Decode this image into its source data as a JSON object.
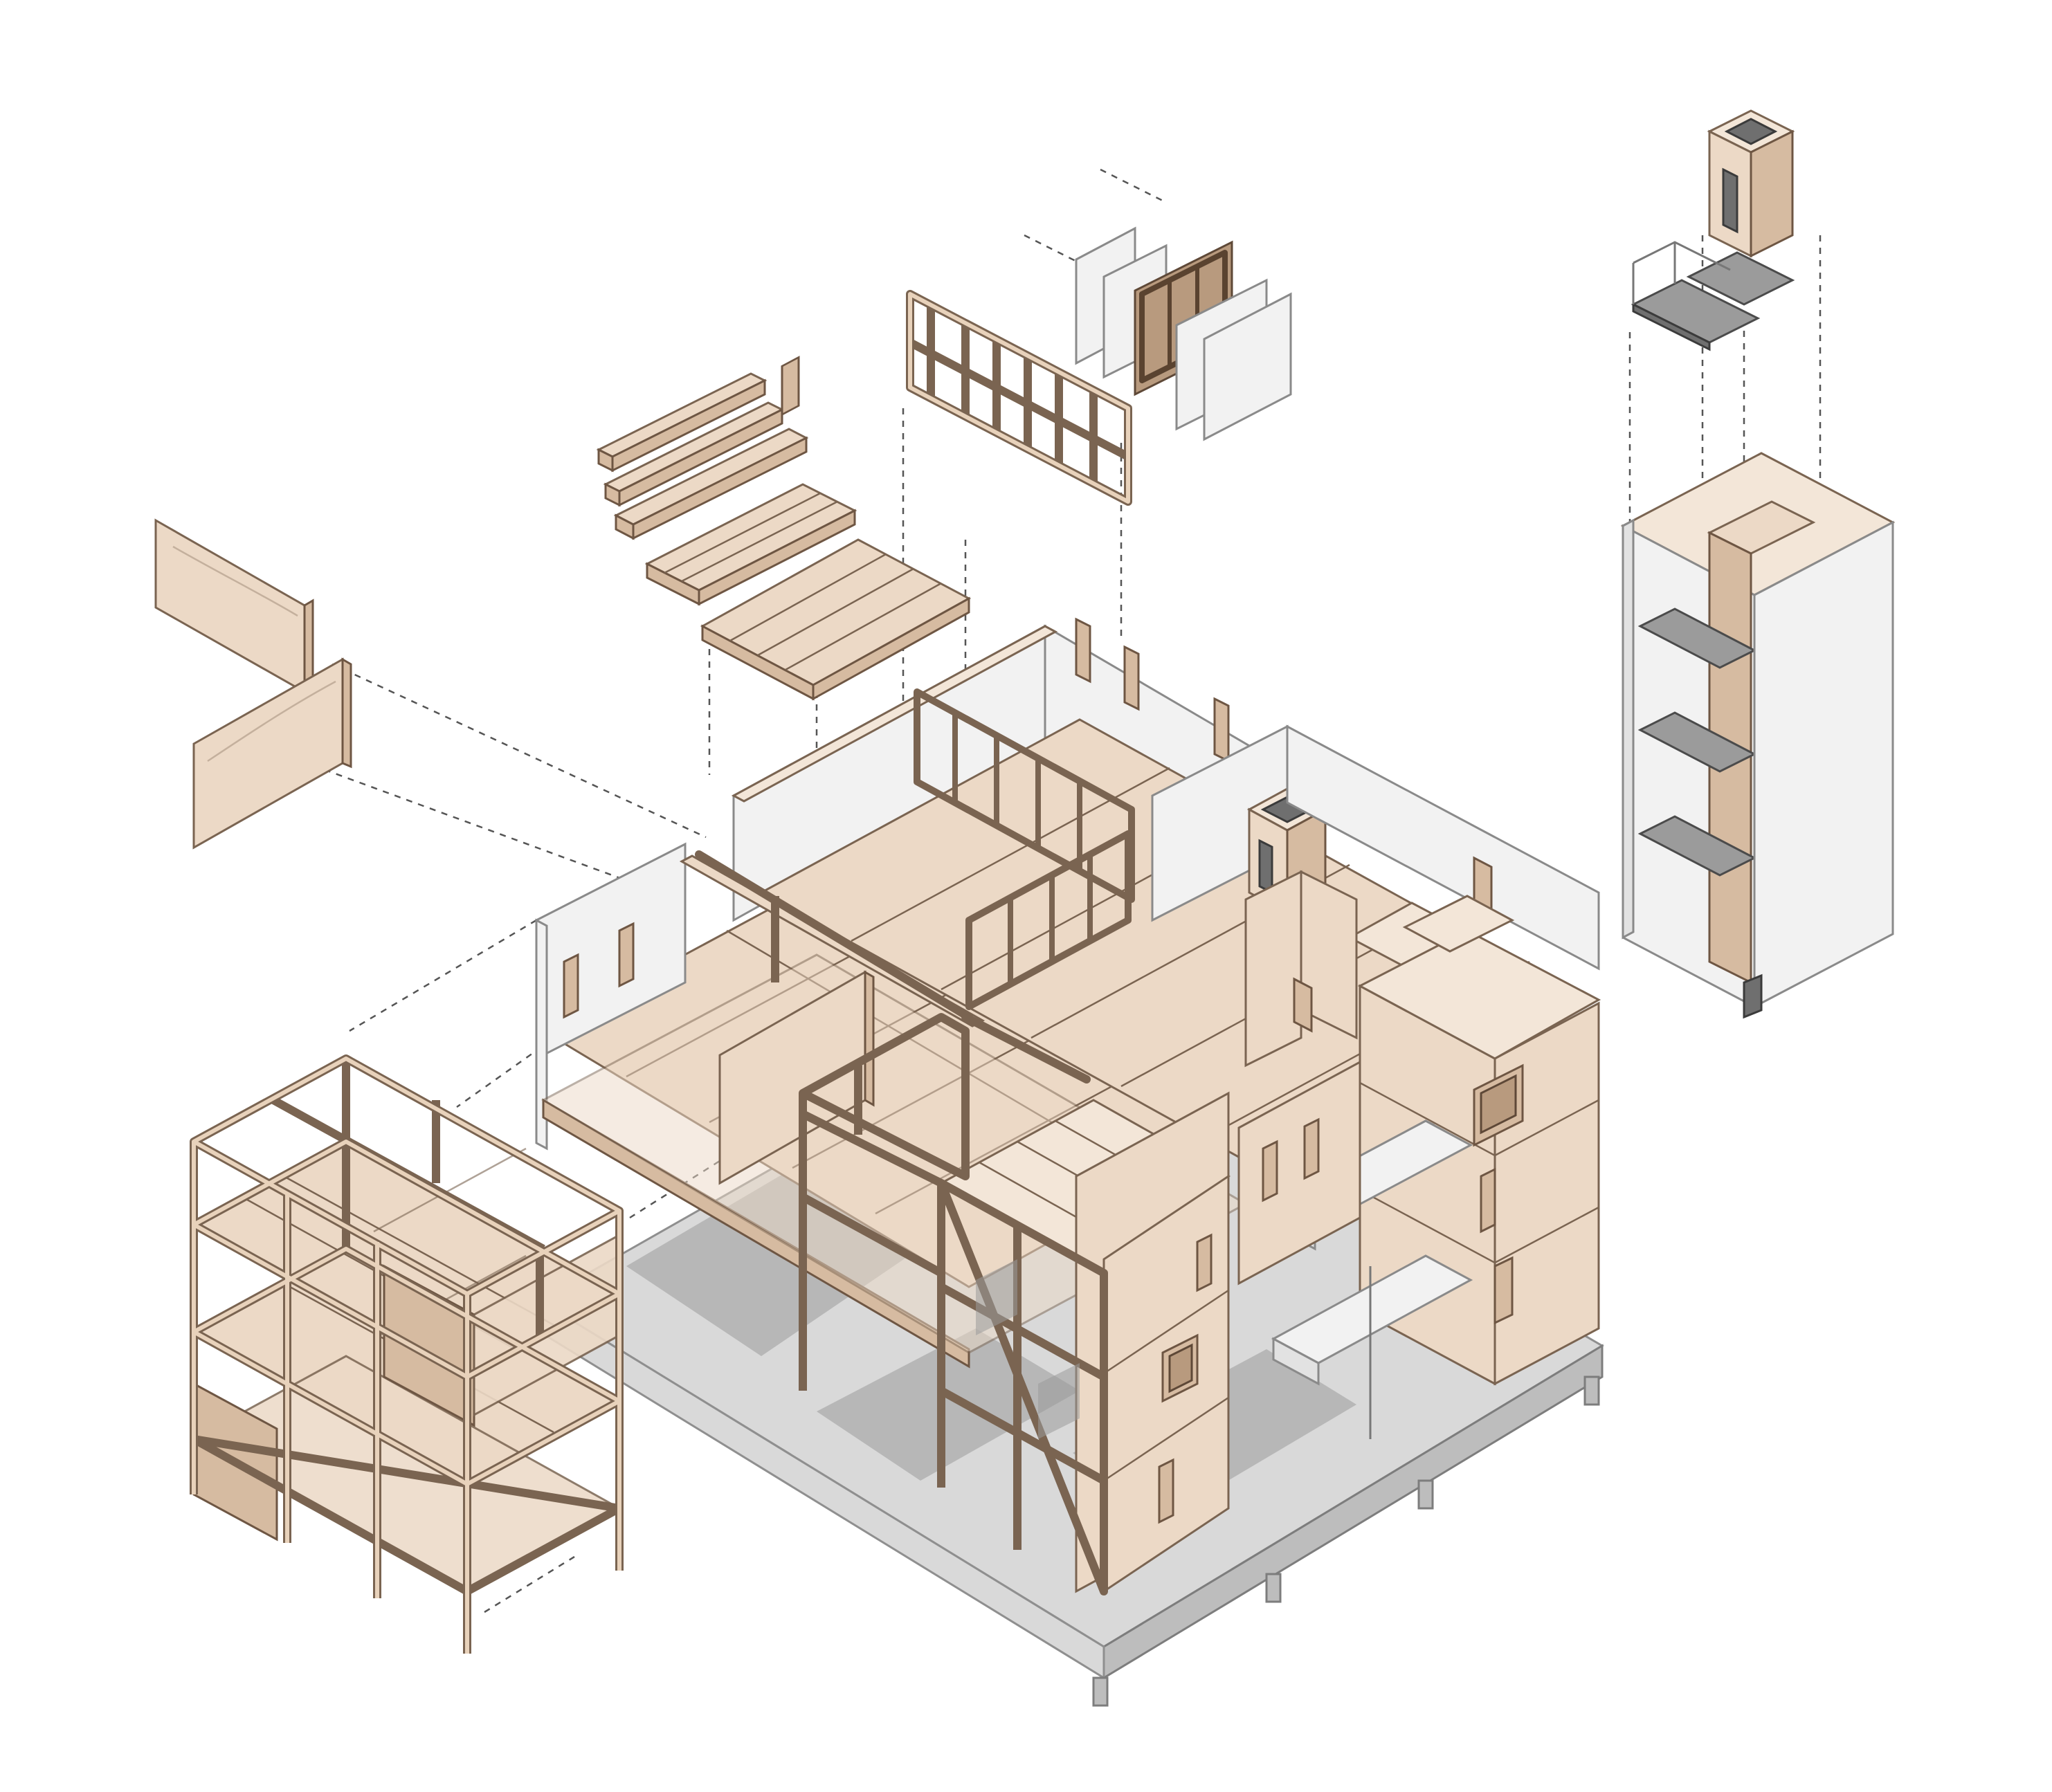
{
  "diagram": {
    "kind": "exploded isometric axonometric",
    "colors": {
      "timber": "#ecd9c6",
      "timber_edge": "#7a6451",
      "white_wall": "#f2f2f2",
      "concrete": "#d9d9d9",
      "dark_metal": "#6f6f6f",
      "dashed_guide": "#555555"
    },
    "components": [
      "timber-wall-panels",
      "hollow-core-floor-elements",
      "timber-stud-wall-frame",
      "layered-partition-wall",
      "roof-access-box",
      "stair-flight",
      "stair-core-shaft",
      "post-and-beam-frame",
      "main-building-body",
      "concrete-base-slab"
    ]
  }
}
